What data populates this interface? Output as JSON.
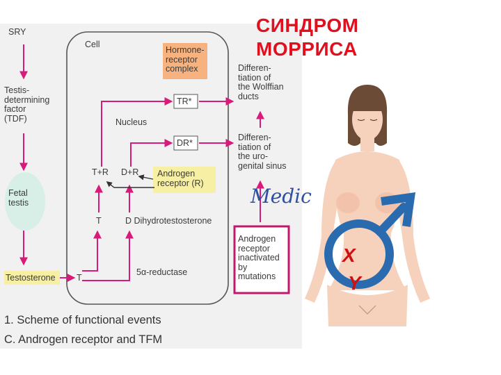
{
  "title": "СИНДРОМ\nМОРРИСА",
  "diagram": {
    "cell_label": "Cell",
    "nucleus_label": "Nucleus",
    "sry": "SRY",
    "tdf": "Testis-\ndetermining\nfactor\n(TDF)",
    "fetal_testis": "Fetal\ntestis",
    "testosterone": "Testosterone",
    "t": "T",
    "t2": "T",
    "tr": "T+R",
    "dr": "D+R",
    "tr_star": "TR*",
    "dr_star": "DR*",
    "hormone_complex": "Hormone-\nreceptor\ncomplex",
    "androgen_receptor": "Androgen\nreceptor (R)",
    "dihydrotestosterone": "D Dihydrotestosterone",
    "reductase": "5α-reductase",
    "wolffian": "Differen-\ntiation of\nthe Wolffian\nducts",
    "urogenital": "Differen-\ntiation of\nthe uro-\ngenital sinus",
    "inactivated": "Androgen\nreceptor\ninactivated\nby\nmutations",
    "caption1": "1. Scheme of functional events",
    "caption2": "C. Androgen receptor and TFM"
  },
  "watermark": "Medic",
  "chromosomes": {
    "x": "X",
    "y": "Y"
  },
  "colors": {
    "accent": "#e0101e",
    "arrow": "#d81b7a",
    "male_symbol": "#2a6bb0",
    "panel": "#f1f1f1",
    "yellow": "#f7f0a4",
    "orange": "#f6b37f"
  },
  "icons": {
    "male_symbol": "male-symbol-icon",
    "figure": "female-figure-icon"
  }
}
